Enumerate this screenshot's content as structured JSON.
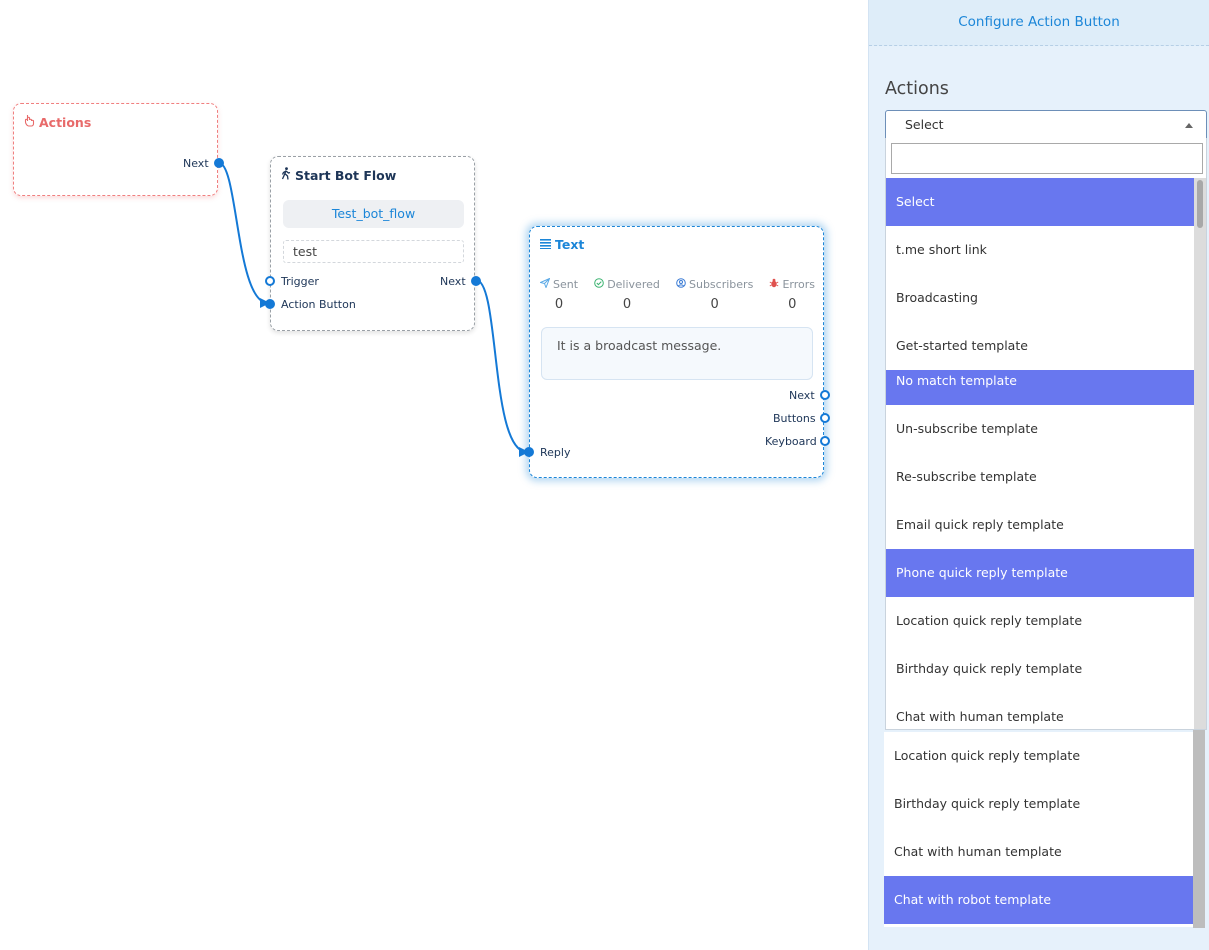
{
  "canvas": {
    "actions_node": {
      "title": "Actions",
      "next_label": "Next"
    },
    "start_node": {
      "title": "Start Bot Flow",
      "flow_name": "Test_bot_flow",
      "keyword": "test",
      "trigger_label": "Trigger",
      "action_button_label": "Action Button",
      "next_label": "Next"
    },
    "text_node": {
      "title": "Text",
      "stats": [
        {
          "label": "Sent",
          "value": "0",
          "icon": "send-icon",
          "color": "#5aa9e6"
        },
        {
          "label": "Delivered",
          "value": "0",
          "icon": "check-circle-icon",
          "color": "#3cb371"
        },
        {
          "label": "Subscribers",
          "value": "0",
          "icon": "user-circle-icon",
          "color": "#3a7bd5"
        },
        {
          "label": "Errors",
          "value": "0",
          "icon": "bug-icon",
          "color": "#e0524f"
        }
      ],
      "message": "It is a broadcast message.",
      "next_label": "Next",
      "buttons_label": "Buttons",
      "keyboard_label": "Keyboard",
      "reply_label": "Reply"
    }
  },
  "panel": {
    "header": "Configure Action Button",
    "section_title": "Actions",
    "select_value": "Select",
    "search_placeholder": "",
    "options": [
      {
        "label": "Select",
        "highlighted": true
      },
      {
        "label": "t.me short link",
        "highlighted": false
      },
      {
        "label": "Broadcasting",
        "highlighted": false
      },
      {
        "label": "Get-started template",
        "highlighted": false
      },
      {
        "label": "No match template",
        "highlighted": true
      },
      {
        "label": "Un-subscribe template",
        "highlighted": false
      },
      {
        "label": "Re-subscribe template",
        "highlighted": false
      },
      {
        "label": "Email quick reply template",
        "highlighted": false
      },
      {
        "label": "Phone quick reply template",
        "highlighted": true
      },
      {
        "label": "Location quick reply template",
        "highlighted": false
      },
      {
        "label": "Birthday quick reply template",
        "highlighted": false
      },
      {
        "label": "Chat with human template",
        "highlighted": false
      }
    ],
    "options_overlay": [
      {
        "label": "Location quick reply template",
        "highlighted": false
      },
      {
        "label": "Birthday quick reply template",
        "highlighted": false
      },
      {
        "label": "Chat with human template",
        "highlighted": false
      },
      {
        "label": "Chat with robot template",
        "highlighted": true
      }
    ]
  },
  "colors": {
    "accent": "#1c86d8",
    "highlight": "#6877ef",
    "actions_red": "#e86a6a"
  }
}
